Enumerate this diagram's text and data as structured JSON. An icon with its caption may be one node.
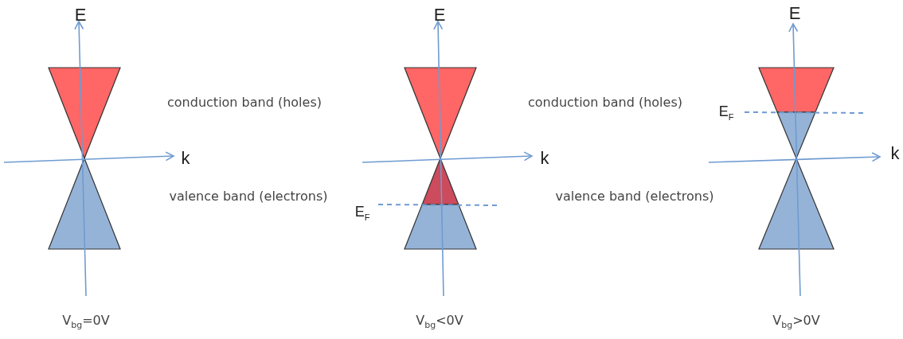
{
  "diagram": {
    "labels": [
      "E",
      "E",
      "E",
      "conduction band (holes)",
      "conduction band (holes)",
      "E$_{F}$",
      "k",
      "k",
      "k",
      "valence band (electrons)",
      "E$_{F}$",
      "valence band (electrons)",
      "V$_{bg}$=0V",
      "V$_{bg}$<0V",
      "V$_{bg}$>0V"
    ]
  }
}
